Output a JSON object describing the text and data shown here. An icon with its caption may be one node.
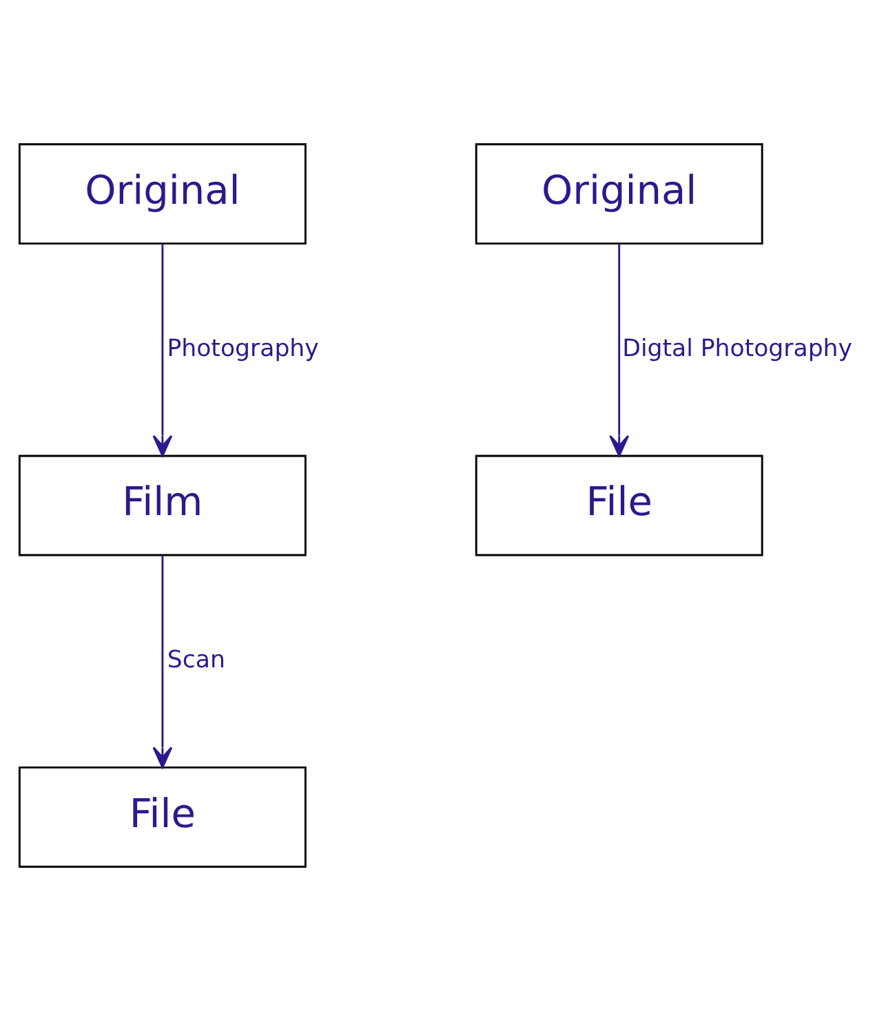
{
  "diagram": {
    "nodes": [
      {
        "text": [
          "Original"
        ]
      },
      {
        "text": [
          "Film"
        ]
      },
      {
        "text": [
          "File"
        ]
      },
      {
        "text": [
          "Original"
        ]
      },
      {
        "text": [
          "File"
        ]
      }
    ],
    "edges": [
      {
        "from": 0,
        "to": 1,
        "arrow": "to",
        "label": "Photography"
      },
      {
        "from": 1,
        "to": 2,
        "arrow": "to",
        "label": "Scan"
      },
      {
        "from": 3,
        "to": 4,
        "arrow": "to",
        "label": "Digtal Photography"
      }
    ]
  }
}
